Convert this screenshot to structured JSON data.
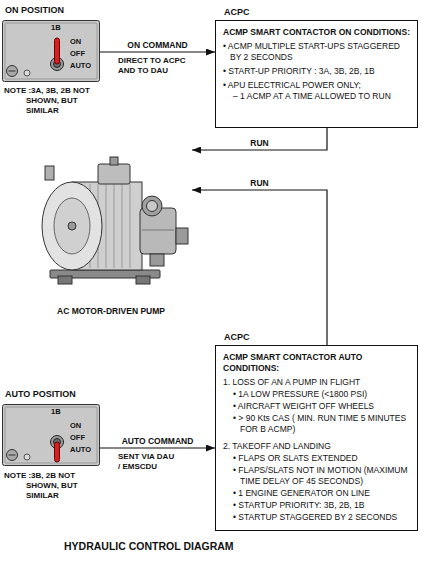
{
  "diagram": {
    "title": "HYDRAULIC CONTROL DIAGRAM",
    "nodes": [
      {
        "text": [
          "ON POSITION",
          "1B",
          "ON",
          "OFF",
          "AUTO"
        ]
      },
      {
        "text": [
          "ACPC",
          "ACMP SMART CONTACTOR ON CONDITIONS:",
          "• ACMP MULTIPLE START-UPS STAGGERED BY 2 SECONDS",
          "• START-UP PRIORITY : 3A, 3B, 2B, 1B",
          "• APU ELECTRICAL POWER ONLY;",
          "– 1 ACMP AT A TIME ALLOWED TO RUN"
        ]
      },
      {
        "text": [
          "AC MOTOR-DRIVEN PUMP"
        ]
      },
      {
        "text": [
          "ACPC",
          "ACMP SMART CONTACTOR AUTO CONDITIONS:",
          "1. LOSS OF AN A PUMP IN FLIGHT",
          "• 1A LOW PRESSURE (<1800 PSI)",
          "• AIRCRAFT WEIGHT OFF WHEELS",
          "• > 90 Kts CAS ( MIN. RUN TIME 5 MINUTES FOR B ACMP)",
          "2. TAKEOFF AND LANDING",
          "• FLAPS OR SLATS EXTENDED",
          "• FLAPS/SLATS NOT IN MOTION (MAXIMUM TIME DELAY OF 45 SECONDS)",
          "• 1 ENGINE GENERATOR ON LINE",
          "• STARTUP PRIORITY: 3B, 2B, 1B",
          "• STARTUP STAGGERED BY 2 SECONDS"
        ]
      },
      {
        "text": [
          "AUTO POSITION",
          "1B",
          "ON",
          "OFF",
          "AUTO"
        ]
      }
    ],
    "edges": [
      {
        "from": 0,
        "to": 1,
        "arrow": "to",
        "label": "ON COMMAND"
      },
      {
        "from": 1,
        "to": 2,
        "arrow": "to",
        "label": "RUN"
      },
      {
        "from": 3,
        "to": 2,
        "arrow": "to",
        "label": "RUN"
      },
      {
        "from": 4,
        "to": 3,
        "arrow": "to",
        "label": "AUTO COMMAND"
      }
    ],
    "labels": [
      "NOTE :3A, 3B, 2B NOT SHOWN, BUT SIMILAR",
      "DIRECT TO ACPC AND TO DAU",
      "NOTE :3B, 2B NOT SHOWN, BUT SIMILAR",
      "SENT VIA DAU / EMSCDU"
    ]
  }
}
